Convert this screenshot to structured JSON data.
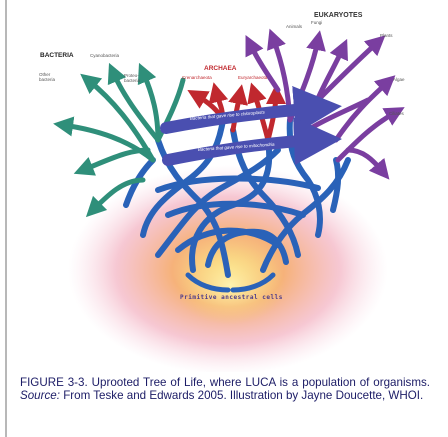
{
  "diagram": {
    "group_labels": {
      "eukaryotes": "EUKARYOTES",
      "bacteria": "BACTERIA",
      "archaea": "ARCHAEA"
    },
    "branch_labels": {
      "animals": "Animals",
      "fungi": "Fungi",
      "plants": "Plants",
      "algae": "Algae",
      "ciliates": "Ciliates",
      "cyanobacteria": "Cyanobacteria",
      "other_bacteria": "Other bacteria",
      "proteobacteria": "Proteo-bacteria",
      "crenarchaeota": "Crenarchaeota",
      "euryarchaeota": "Euryarchaeota"
    },
    "transfer_labels": {
      "chloroplasts": "Bacteria that gave rise to chloroplasts",
      "mitochondria": "Bacteria that gave rise to mitochondria"
    },
    "base_label": "Primitive ancestral cells",
    "colors": {
      "bacteria_lineage": "#2f8f7a",
      "archaea_lineage": "#c0282e",
      "eukaryote_lineage": "#7a3ea0",
      "trunk": "#2a62b8",
      "glow": "#f3d26a"
    }
  },
  "caption": {
    "lead": "FIGURE 3-3. Uprooted Tree of Life, where LUCA is a population of organisms.",
    "source_label": "Source:",
    "source_text": "From Teske and Edwards 2005. Illustration by Jayne Doucette, WHOI."
  }
}
